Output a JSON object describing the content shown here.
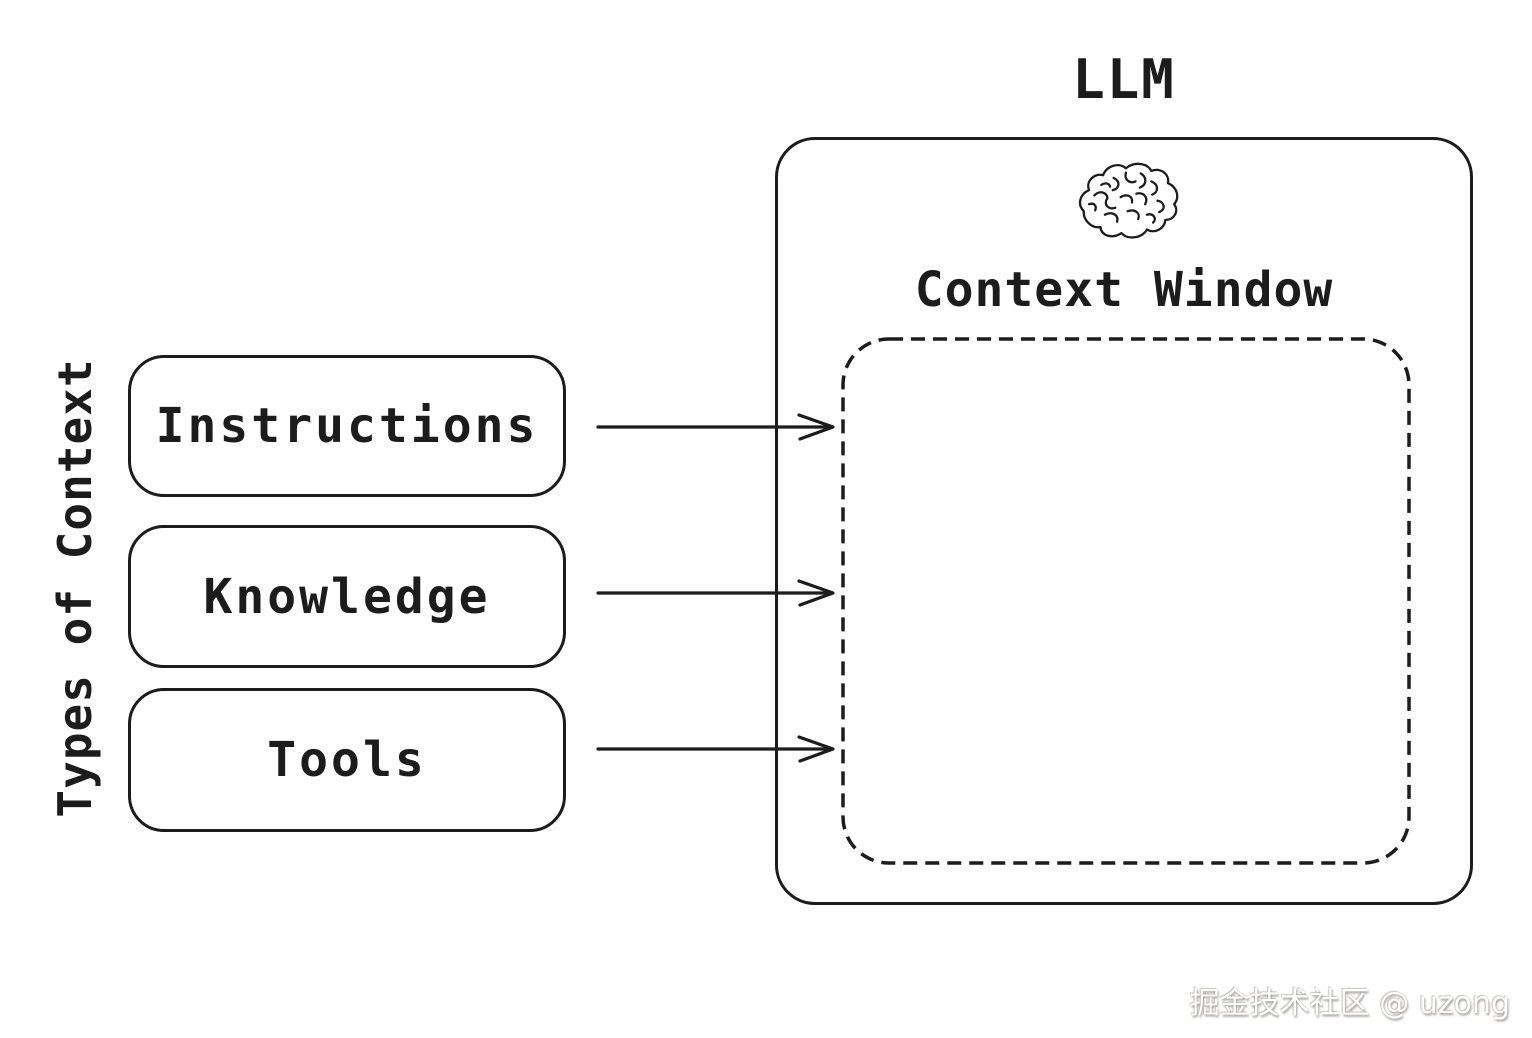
{
  "colors": {
    "ink": "#1c1c1c",
    "background": "#ffffff",
    "watermark_text": "#ffffff",
    "watermark_shadow": "#a29d98"
  },
  "diagram": {
    "left_axis_label": "Types of Context",
    "context_boxes": [
      {
        "label": "Instructions"
      },
      {
        "label": "Knowledge"
      },
      {
        "label": "Tools"
      }
    ],
    "llm": {
      "title": "LLM",
      "brain_icon": "brain-icon",
      "context_window_label": "Context Window"
    },
    "arrows": [
      {
        "from": "Instructions",
        "to": "Context Window"
      },
      {
        "from": "Knowledge",
        "to": "Context Window"
      },
      {
        "from": "Tools",
        "to": "Context Window"
      }
    ],
    "watermark": "掘金技术社区 @ uzong"
  }
}
